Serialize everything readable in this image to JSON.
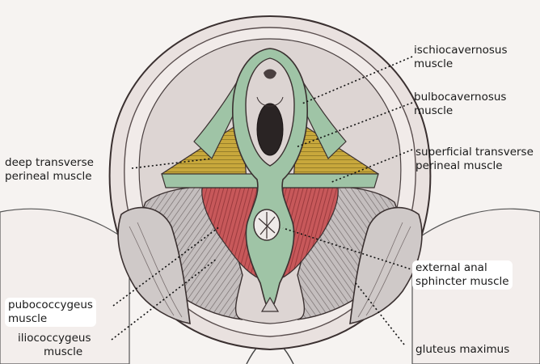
{
  "labels": {
    "ischiocavernosus": [
      "ischiocavernosus",
      "muscle"
    ],
    "bulbocavernosus": [
      "bulbocavernosus",
      "muscle"
    ],
    "deep_transverse": [
      "deep transverse",
      "perineal muscle"
    ],
    "superficial_transverse": [
      "superficial transverse",
      "perineal muscle"
    ],
    "external_anal": [
      "external anal",
      "sphincter muscle"
    ],
    "pubococcygeus": [
      "pubococcygeus",
      "muscle"
    ],
    "iliococcygeus": [
      "iliococcygeus",
      "muscle"
    ],
    "gluteus": [
      "gluteus maximus"
    ]
  },
  "colors": {
    "background": "#f6f3f1",
    "skin": "#eae4e2",
    "green_muscle": "#9fc4a6",
    "yellow_muscle": "#c6a63a",
    "red_muscle": "#c9575a",
    "gray_muscle": "#b9b3b3",
    "outline": "#3a3030"
  }
}
